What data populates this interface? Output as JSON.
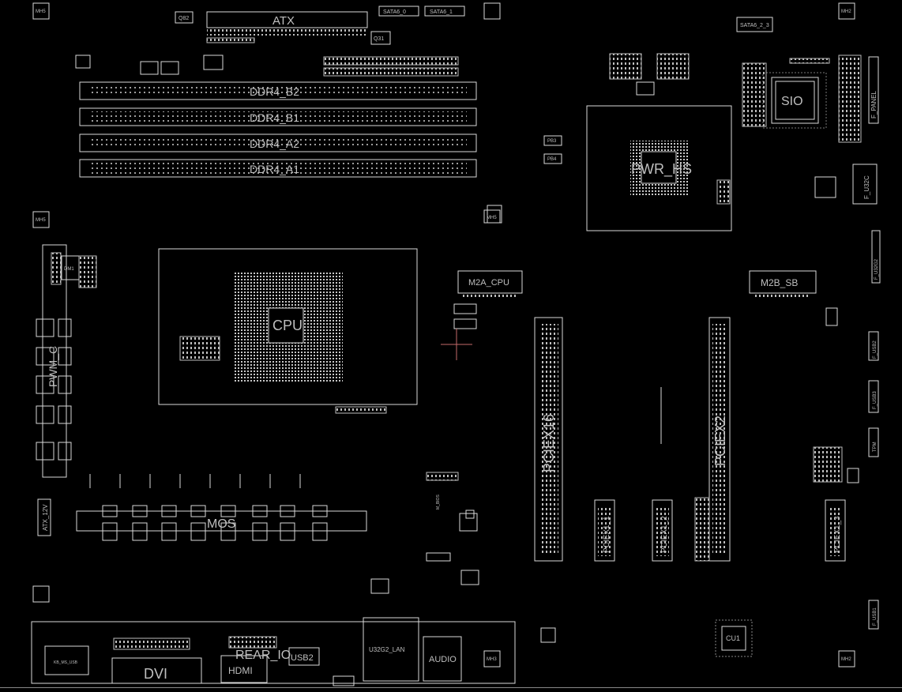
{
  "colors": {
    "background": "#000000",
    "outline": "#d9d9d9",
    "label": "#bfbfbf",
    "marker": "#c46a6a"
  },
  "board": {
    "atx": "ATX",
    "sata_0": "SATA6_0",
    "sata_1": "SATA6_1",
    "sata_23": "SATA6_2_3",
    "q82": "Q82",
    "q31": "Q31",
    "ddr4_b2": "DDR4_B2",
    "ddr4_b1": "DDR4_B1",
    "ddr4_a2": "DDR4_A2",
    "ddr4_a1": "DDR4_A1",
    "pwr_hs": "PWR_HS",
    "sio": "SIO",
    "f_panel": "F_PANEL",
    "f_u32c": "F_U32C",
    "m2a_cpu": "M2A_CPU",
    "m2b_sb": "M2B_SB",
    "cpu": "CPU",
    "pcie_x16": "PCIEX16",
    "pcie_x2": "PCIEX2",
    "pcie_x1_1": "PCIEX1_1",
    "pcie_x1_2": "PCIEX1_2",
    "pcie_x1_3": "PCIEX1_3",
    "mos": "MOS",
    "atx_12v": "ATX_12V",
    "rear_io": "REAR_IO",
    "dvi": "DVI",
    "hdmi": "HDMI",
    "usb2": "USB2",
    "lan": "U32G2_LAN",
    "audio": "AUDIO",
    "cu1": "CU1",
    "pwm_c": "PWM_C",
    "dm1": "DM1",
    "kb_ms": "KB_MS_USB",
    "pb3": "PB3",
    "pb4": "PB4",
    "mh_top": "MH5",
    "mh_right": "MH2",
    "mh_cpu": "MH5",
    "mh_left": "MH5",
    "mh_bottom": "MH2",
    "mh_audio": "MH3",
    "m_bios": "M_BIOS",
    "f_usb": "F_USB2",
    "f_usb3": "F_USB3",
    "f_usb1": "F_USB1",
    "tpm": "TPM",
    "u32g2": "F_U32G2"
  }
}
